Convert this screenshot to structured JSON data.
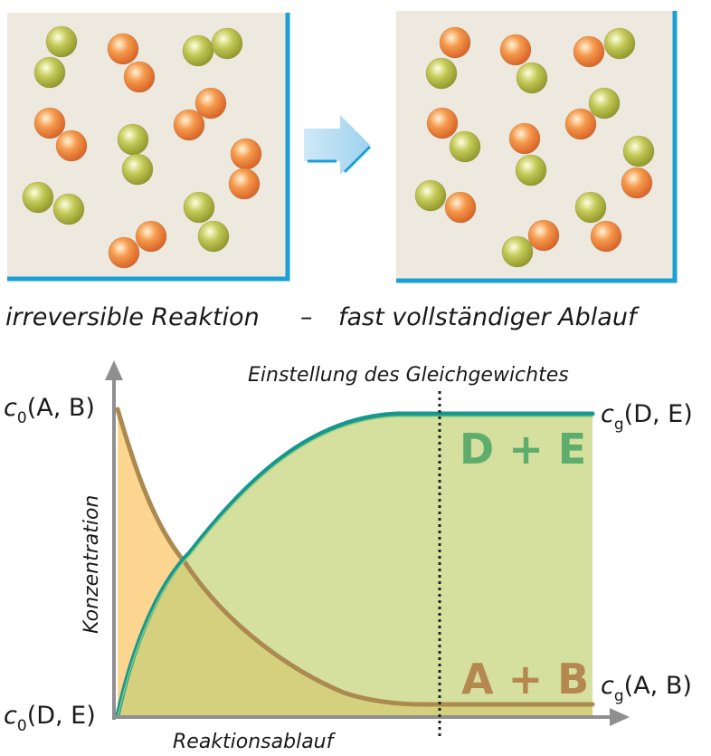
{
  "caption": {
    "left": "irreversible Reaktion",
    "dash": "–",
    "right": "fast vollständiger Ablauf"
  },
  "graph": {
    "equilibrium_label": "Einstellung des Gleichgewichtes",
    "y_axis_label": "Konzentration",
    "x_axis_label": "Reaktionsablauf",
    "c0_AB": {
      "sym": "c",
      "sub": "0",
      "rest": "(A, B)"
    },
    "c0_DE": {
      "sym": "c",
      "sub": "0",
      "rest": "(D, E)"
    },
    "cg_DE": {
      "sym": "c",
      "sub": "g",
      "rest": "(D, E)"
    },
    "cg_AB": {
      "sym": "c",
      "sub": "g",
      "rest": "(A, B)"
    },
    "region_products": "D + E",
    "region_reactants": "A + B"
  },
  "colors": {
    "box_bg": "#ede9df",
    "box_border": "#1a9fd6",
    "orange_ball": "#f08a3c",
    "green_ball": "#b9c04a",
    "product_fill": "#d5df9e",
    "reactant_fill": "#fcd591",
    "product_curve": "#16988e",
    "reactant_curve": "#ab8a50",
    "product_text": "#5fad6d",
    "reactant_text": "#b48850"
  }
}
